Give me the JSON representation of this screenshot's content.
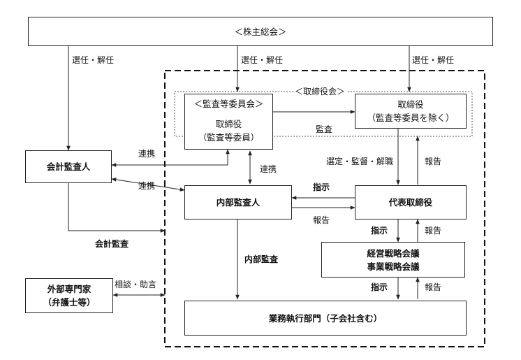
{
  "nodes": {
    "shareholders_meeting": "＜株主総会＞",
    "audit_committee_title": "＜監査等委員会＞",
    "audit_committee_body": "取締役",
    "audit_committee_paren": "（監査等委員）",
    "board_title": "＜取締役会＞",
    "directors": "取締役",
    "directors_paren": "（監査等委員を除く）",
    "accounting_auditor": "会計監査人",
    "internal_auditor": "内部監査人",
    "representative_director": "代表取締役",
    "strategy_meeting_1": "経営戦略会議",
    "strategy_meeting_2": "事業戦略会議",
    "external_experts_1": "外部専門家",
    "external_experts_2": "（弁護士等）",
    "business_departments": "業務執行部門（子会社含む）"
  },
  "edges": {
    "elect_dismiss_left": "選任・解任",
    "elect_dismiss_center": "選任・解任",
    "elect_dismiss_right": "選任・解任",
    "audit": "監査",
    "liaison_top": "連携",
    "liaison_middle": "連携",
    "liaison_bottom": "連携",
    "select_supervise_dismiss": "選定・監督・解職",
    "report_board": "報告",
    "instruction_internal": "指示",
    "report_internal": "報告",
    "accounting_audit": "会計監査",
    "internal_audit": "内部監査",
    "instruction_strategy": "指示",
    "report_strategy": "報告",
    "instruction_business": "指示",
    "report_business": "報告",
    "consultation_advice": "相談・助言"
  }
}
